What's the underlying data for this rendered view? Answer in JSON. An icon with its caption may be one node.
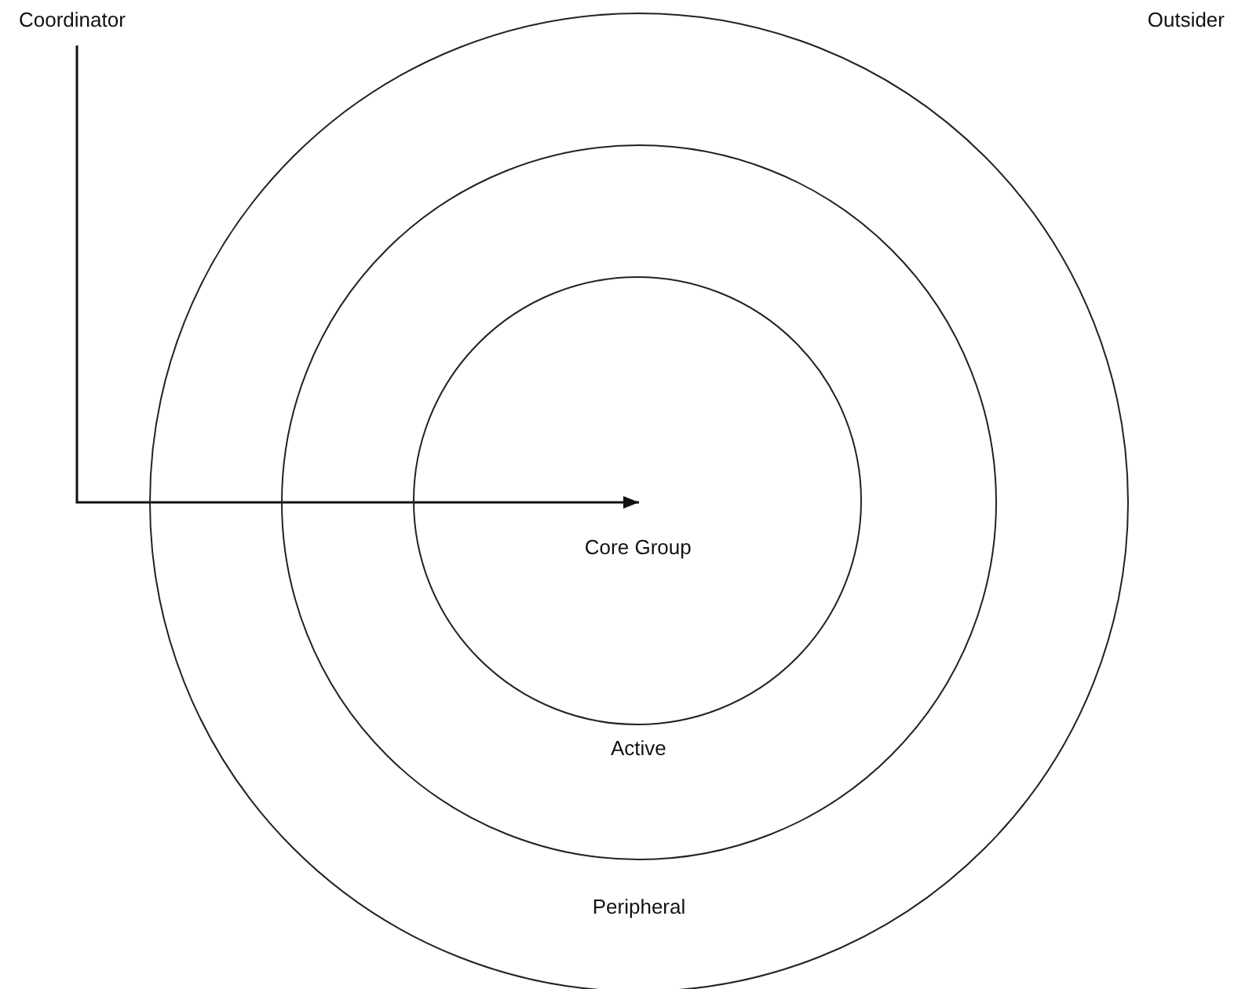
{
  "diagram": {
    "nodes": [
      {
        "text": [
          "Coordinator"
        ]
      },
      {
        "text": [
          "Peripheral"
        ]
      },
      {
        "text": [
          "Active"
        ],
        "in": 1
      },
      {
        "text": [
          "Core Group"
        ],
        "in": 2
      }
    ],
    "edges": [
      {
        "from": 0,
        "to": 3,
        "arrow": "to"
      }
    ],
    "labels": [
      "Outsider"
    ]
  }
}
